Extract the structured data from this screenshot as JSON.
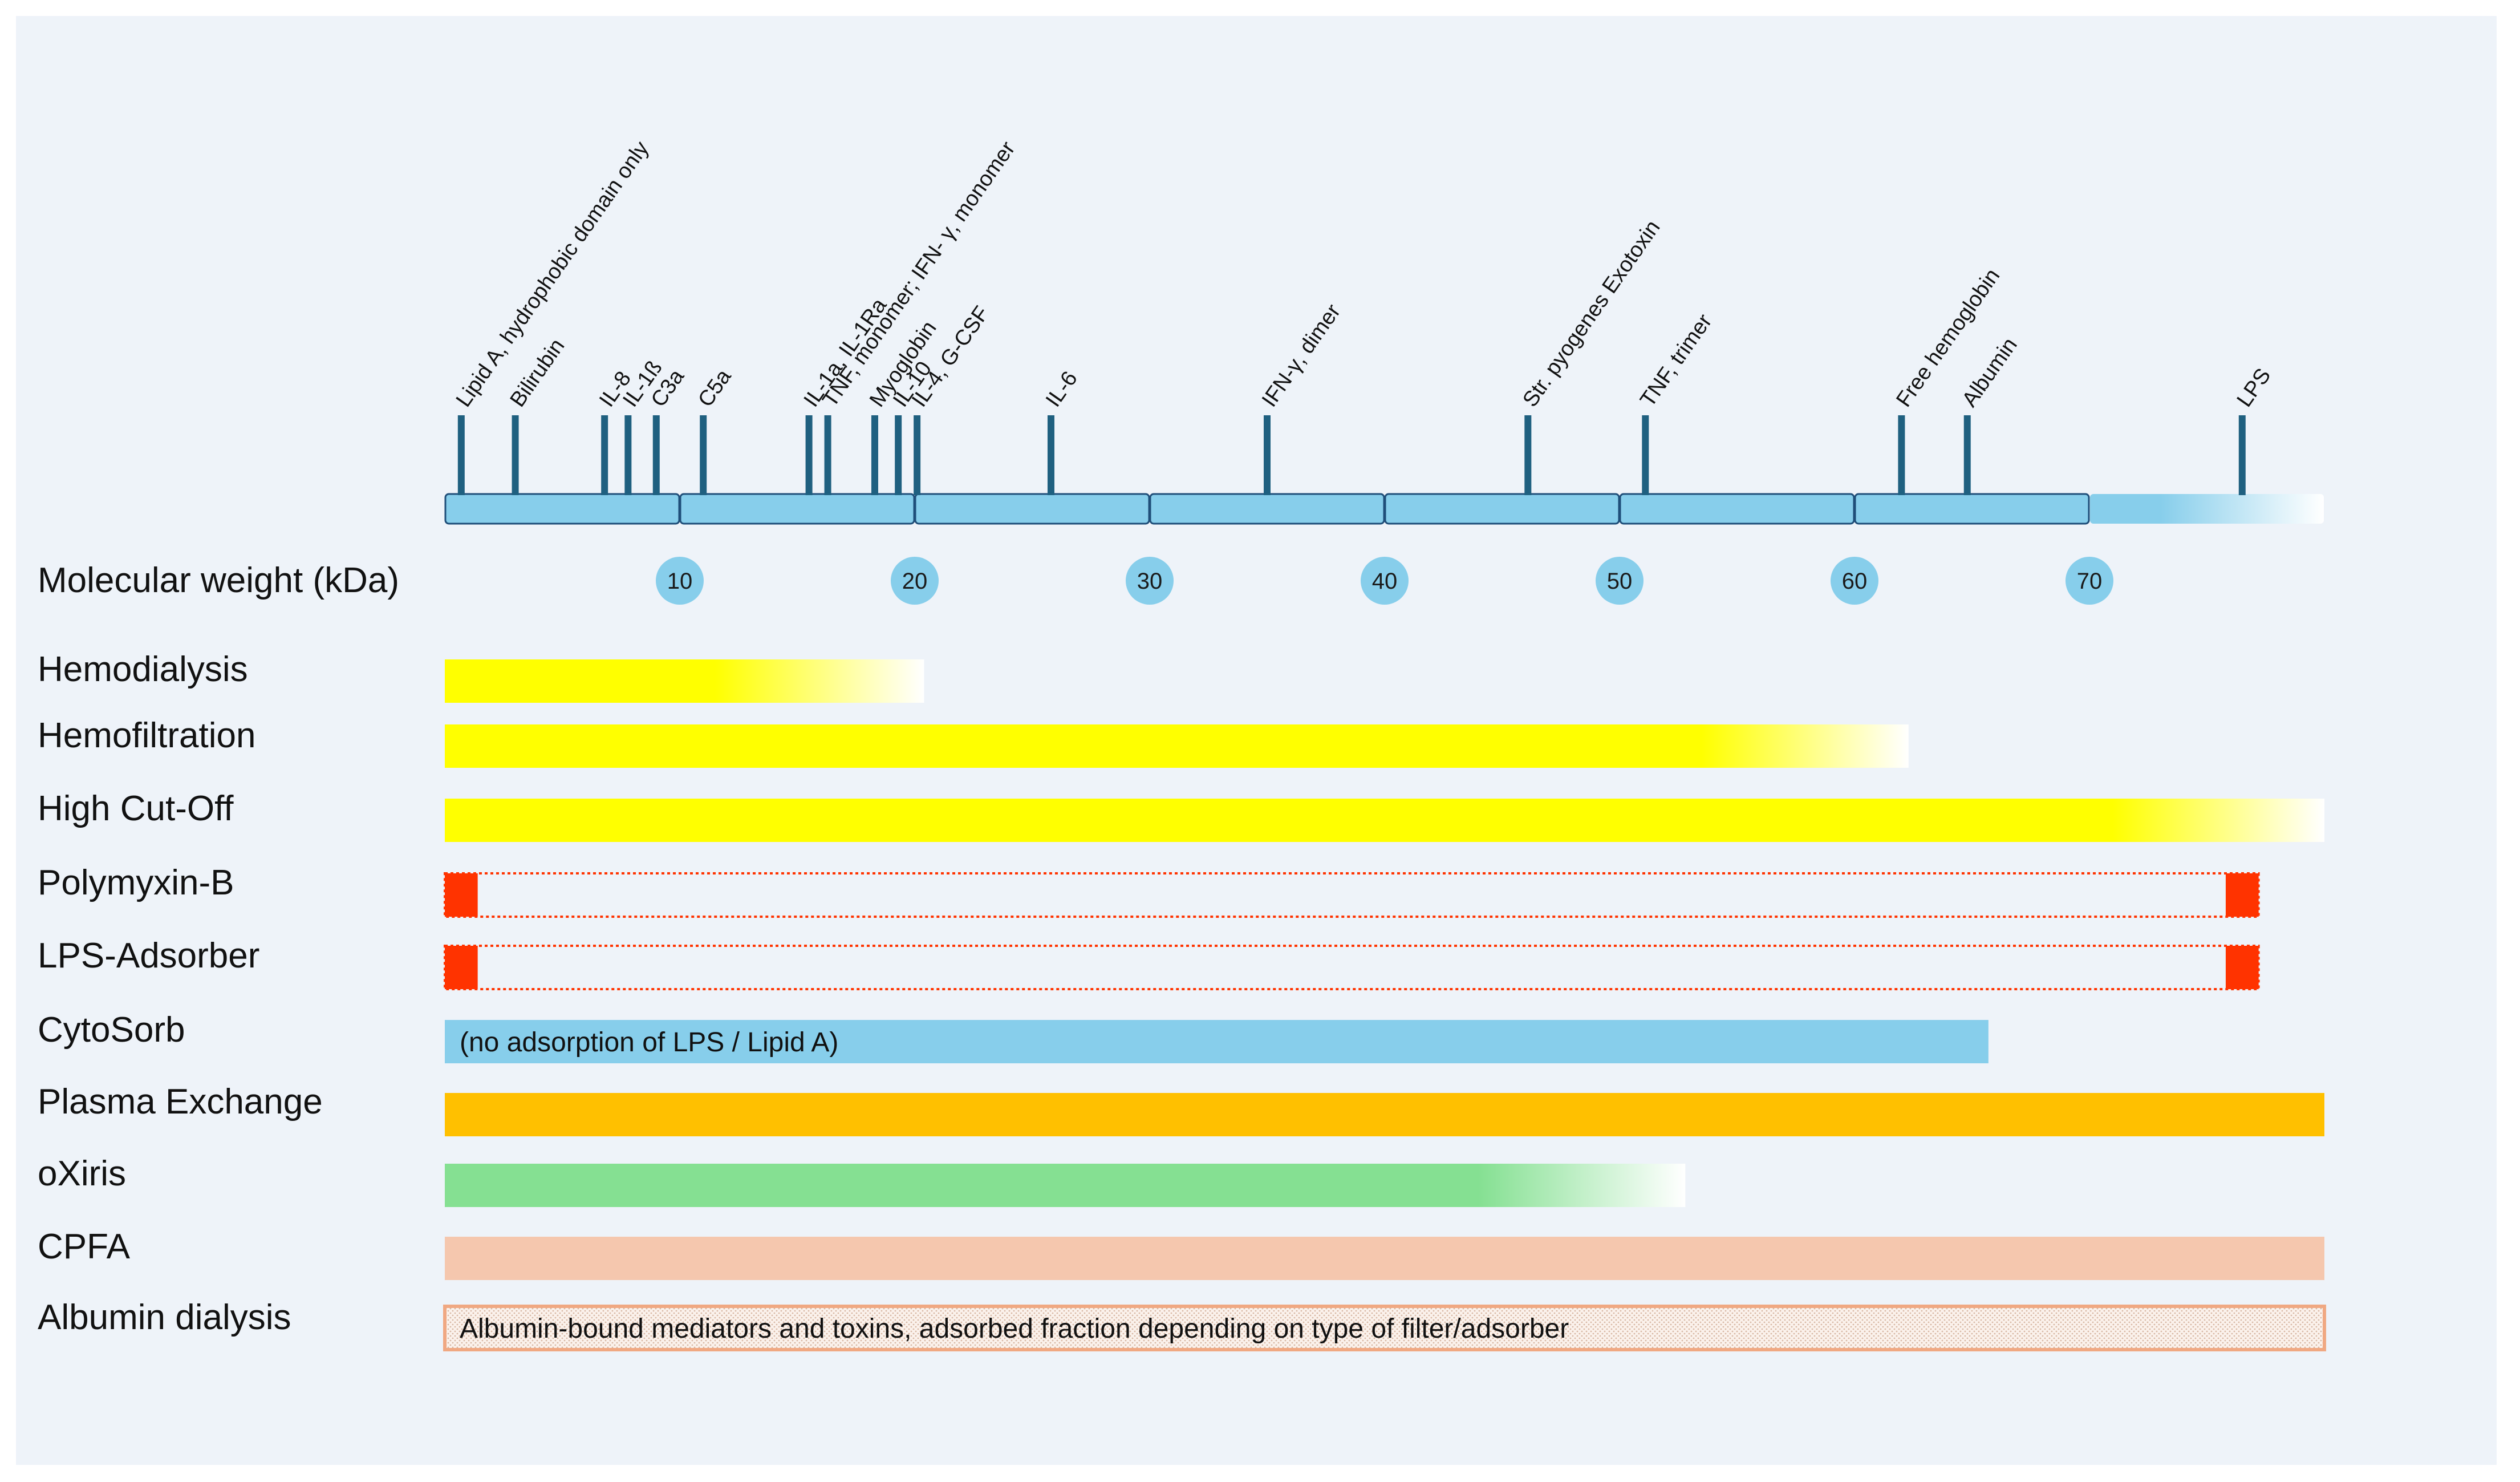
{
  "axis": {
    "label": "Molecular weight (kDa)",
    "min": 0,
    "max": 80,
    "ticks": [
      10,
      20,
      30,
      40,
      50,
      60,
      70
    ]
  },
  "markers": [
    {
      "label": "Lipid A, hydrophobic domain only",
      "kda": 0.7
    },
    {
      "label": "Bilirubin",
      "kda": 3.0
    },
    {
      "label": "IL-8",
      "kda": 6.8
    },
    {
      "label": "IL-1ß",
      "kda": 7.8
    },
    {
      "label": "C3a",
      "kda": 9.0
    },
    {
      "label": "C5a",
      "kda": 11.0
    },
    {
      "label": "IL-1a, IL-1Ra",
      "kda": 15.5
    },
    {
      "label": "TNF, monomer; IFN- γ, monomer",
      "kda": 16.3
    },
    {
      "label": "Myoglobin",
      "kda": 18.3
    },
    {
      "label": "IL-10",
      "kda": 19.3
    },
    {
      "label": "IL-4, G-CSF",
      "kda": 20.1
    },
    {
      "label": "IL-6",
      "kda": 25.8
    },
    {
      "label": "IFN-γ, dimer",
      "kda": 35.0
    },
    {
      "label": "Str. pyogenes Exotoxin",
      "kda": 46.1
    },
    {
      "label": "TNF, trimer",
      "kda": 51.1
    },
    {
      "label": "Free hemoglobin",
      "kda": 62.0
    },
    {
      "label": "Albumin",
      "kda": 64.8
    },
    {
      "label": "LPS",
      "kda": 76.5
    }
  ],
  "rows": [
    {
      "label": "Hemodialysis",
      "style": "gradient",
      "color": "#ffff00",
      "start": 0,
      "solid_end": 11.5,
      "end": 20.4
    },
    {
      "label": "Hemofiltration",
      "style": "gradient",
      "color": "#ffff00",
      "start": 0,
      "solid_end": 53.5,
      "end": 62.3
    },
    {
      "label": "High Cut-Off",
      "style": "gradient",
      "color": "#ffff00",
      "start": 0,
      "solid_end": 71.0,
      "end": 80
    },
    {
      "label": "Polymyxin-B",
      "style": "ends",
      "color": "#ff3300",
      "start": 0,
      "end": 77.2,
      "end_block_width": 1.4
    },
    {
      "label": "LPS-Adsorber",
      "style": "ends",
      "color": "#ff3300",
      "start": 0,
      "end": 77.2,
      "end_block_width": 1.4
    },
    {
      "label": "CytoSorb",
      "style": "solid",
      "color": "#87ceeb",
      "start": 0,
      "end": 65.7,
      "note": "(no adsorption of LPS / Lipid A)"
    },
    {
      "label": "Plasma Exchange",
      "style": "solid",
      "color": "#ffc000",
      "start": 0,
      "end": 80
    },
    {
      "label": "oXiris",
      "style": "gradient",
      "color": "#85e092",
      "start": 0,
      "solid_end": 44.0,
      "end": 52.8
    },
    {
      "label": "CPFA",
      "style": "solid",
      "color": "#f5c7ae",
      "start": 0,
      "end": 80
    },
    {
      "label": "Albumin dialysis",
      "style": "dotted",
      "color": "#f0a882",
      "start": 0,
      "end": 80,
      "note": "Albumin-bound mediators and toxins, adsorbed fraction depending on type of filter/adsorber"
    }
  ],
  "colors": {
    "background": "#eef3f9",
    "axis_segment": "#87ceeb",
    "axis_stroke": "#1f4e79",
    "marker": "#1f6080"
  }
}
